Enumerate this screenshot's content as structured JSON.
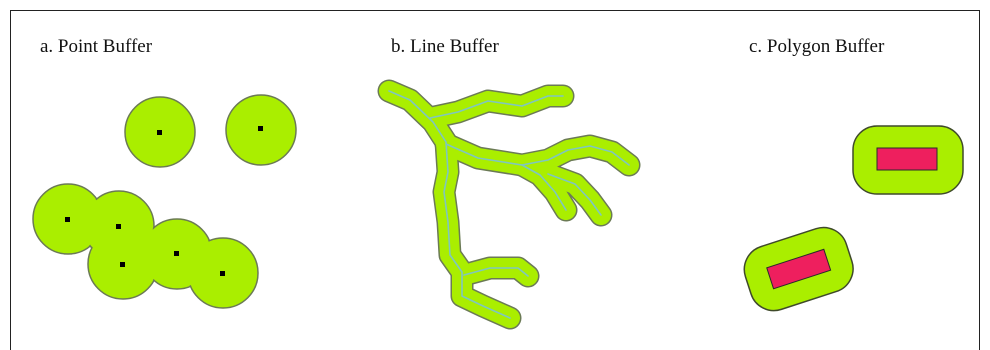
{
  "panels": {
    "point": {
      "title": "a. Point Buffer"
    },
    "line": {
      "title": "b. Line Buffer"
    },
    "polygon": {
      "title": "c. Polygon Buffer"
    }
  },
  "colors": {
    "buffer_fill": "#aaee00",
    "buffer_outline": "#6b7a55",
    "feature_line": "#7fc6c0",
    "polygon_fill": "#ee1f5e",
    "point": "#000000",
    "frame": "#222222"
  }
}
